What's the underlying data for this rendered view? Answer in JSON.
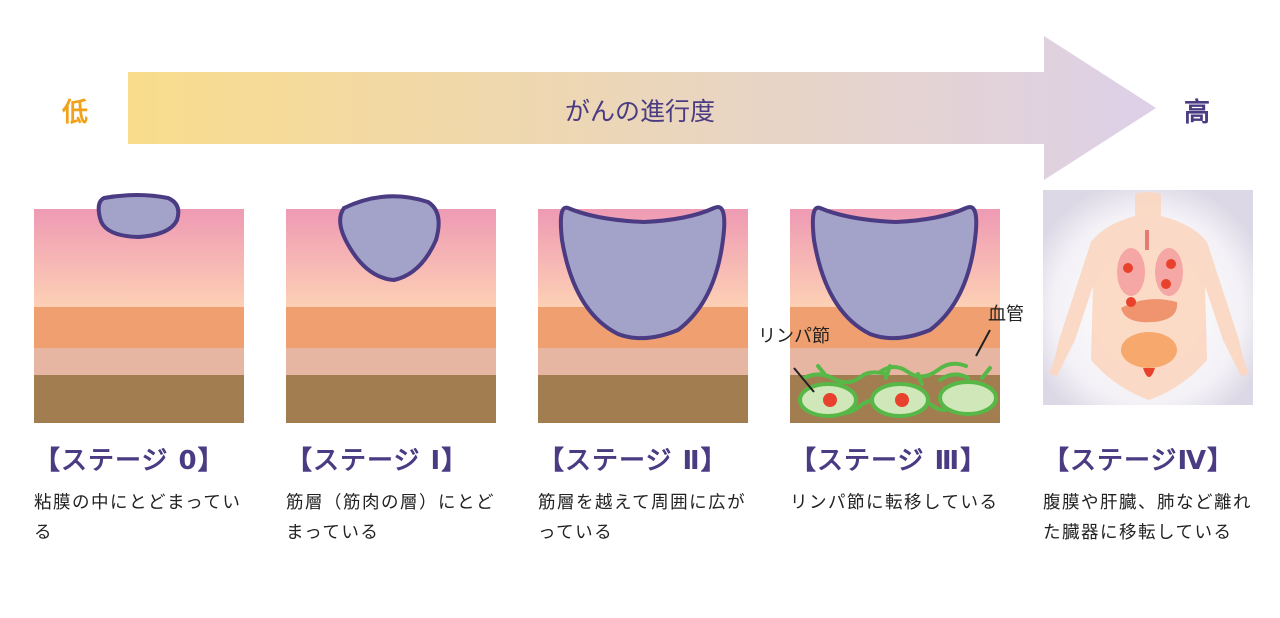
{
  "arrow": {
    "low_label": "低",
    "high_label": "高",
    "title": "がんの進行度"
  },
  "stages": [
    {
      "title": "【ステージ 0】",
      "description": "粘膜の中にとどまっている"
    },
    {
      "title": "【ステージ Ⅰ】",
      "description": "筋層（筋肉の層）にとどまっている"
    },
    {
      "title": "【ステージ Ⅱ】",
      "description": "筋層を越えて周囲に広がっている"
    },
    {
      "title": "【ステージ Ⅲ】",
      "description": "リンパ節に転移している"
    },
    {
      "title": "【ステージⅣ】",
      "description": "腹膜や肝臓、肺など離れた臓器に移転している"
    }
  ],
  "callouts": {
    "lymph_node": "リンパ節",
    "blood_vessel": "血管"
  },
  "colors": {
    "arrow_start": "#f9dc8c",
    "arrow_end": "#ddd0e8",
    "tumor_fill": "#a3a2c9",
    "tumor_stroke": "#4a3b83",
    "lymph_green": "#57b848",
    "lymph_red": "#e8412c"
  }
}
